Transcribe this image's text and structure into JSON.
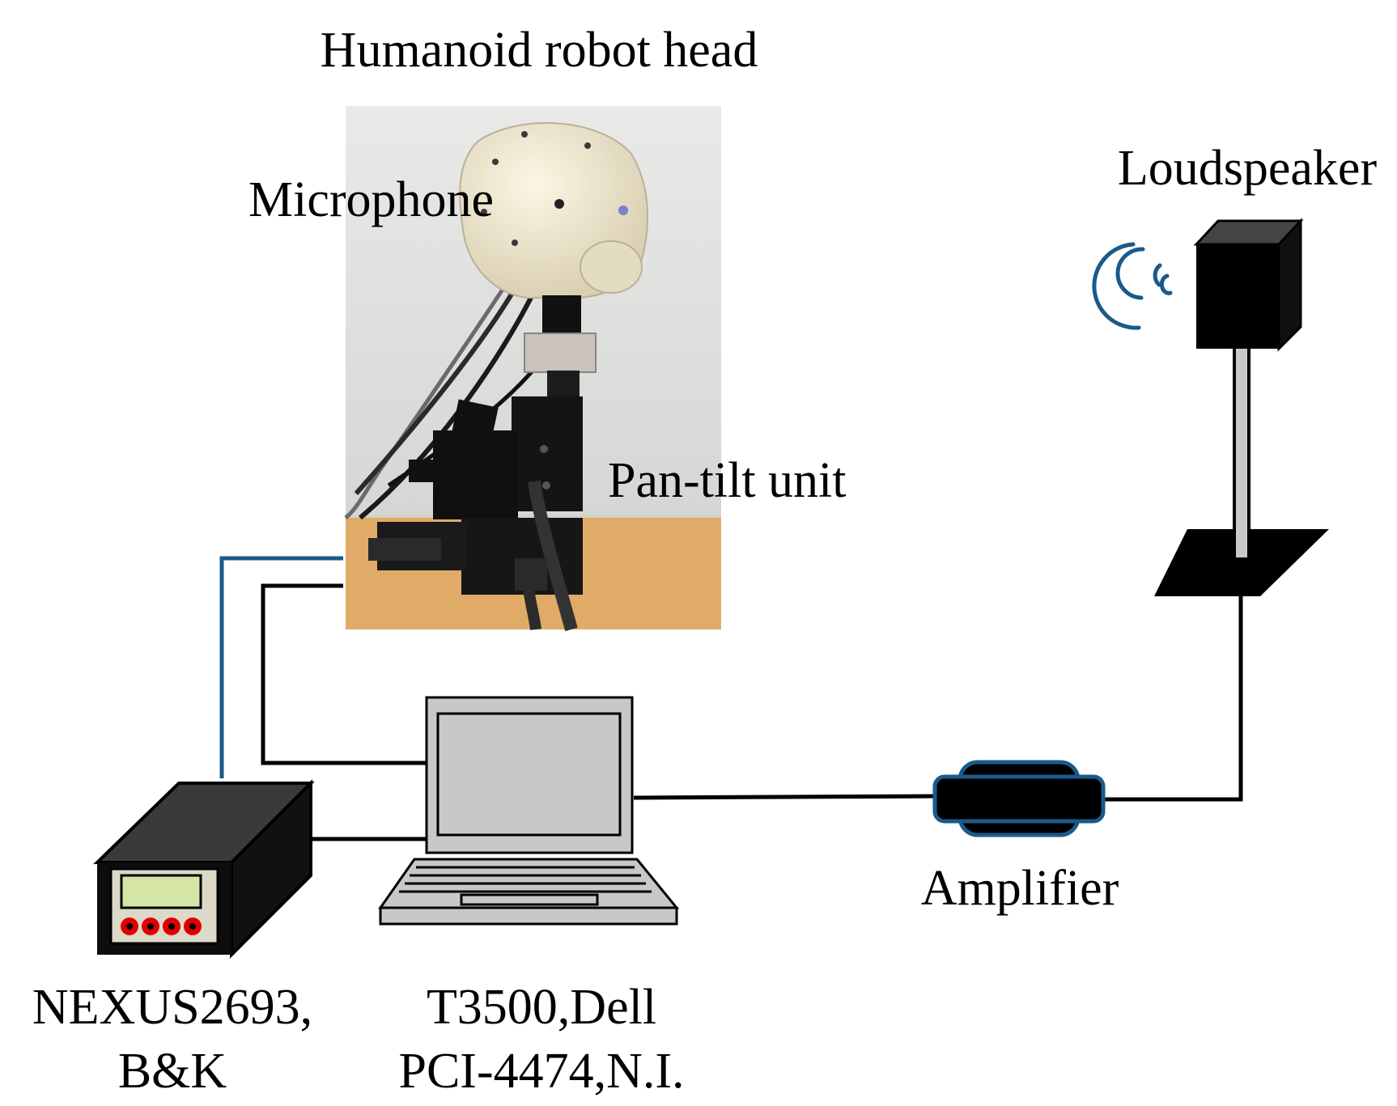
{
  "labels": {
    "robot_head": "Humanoid robot head",
    "microphone": "Microphone",
    "pan_tilt": "Pan-tilt unit",
    "loudspeaker": "Loudspeaker",
    "amplifier": "Amplifier",
    "nexus_line1": "NEXUS2693,",
    "nexus_line2": "B&K",
    "computer_line1": "T3500,Dell",
    "computer_line2": "PCI-4474,N.I."
  },
  "colors": {
    "signal_cable": "#1a5a8a",
    "cable": "#000000",
    "device_body": "#0d0d0d",
    "laptop_gray": "#c8c8c8",
    "lcd": "#d5e5a5",
    "knob": "#e00000",
    "sound_waves": "#1a5a8a"
  }
}
